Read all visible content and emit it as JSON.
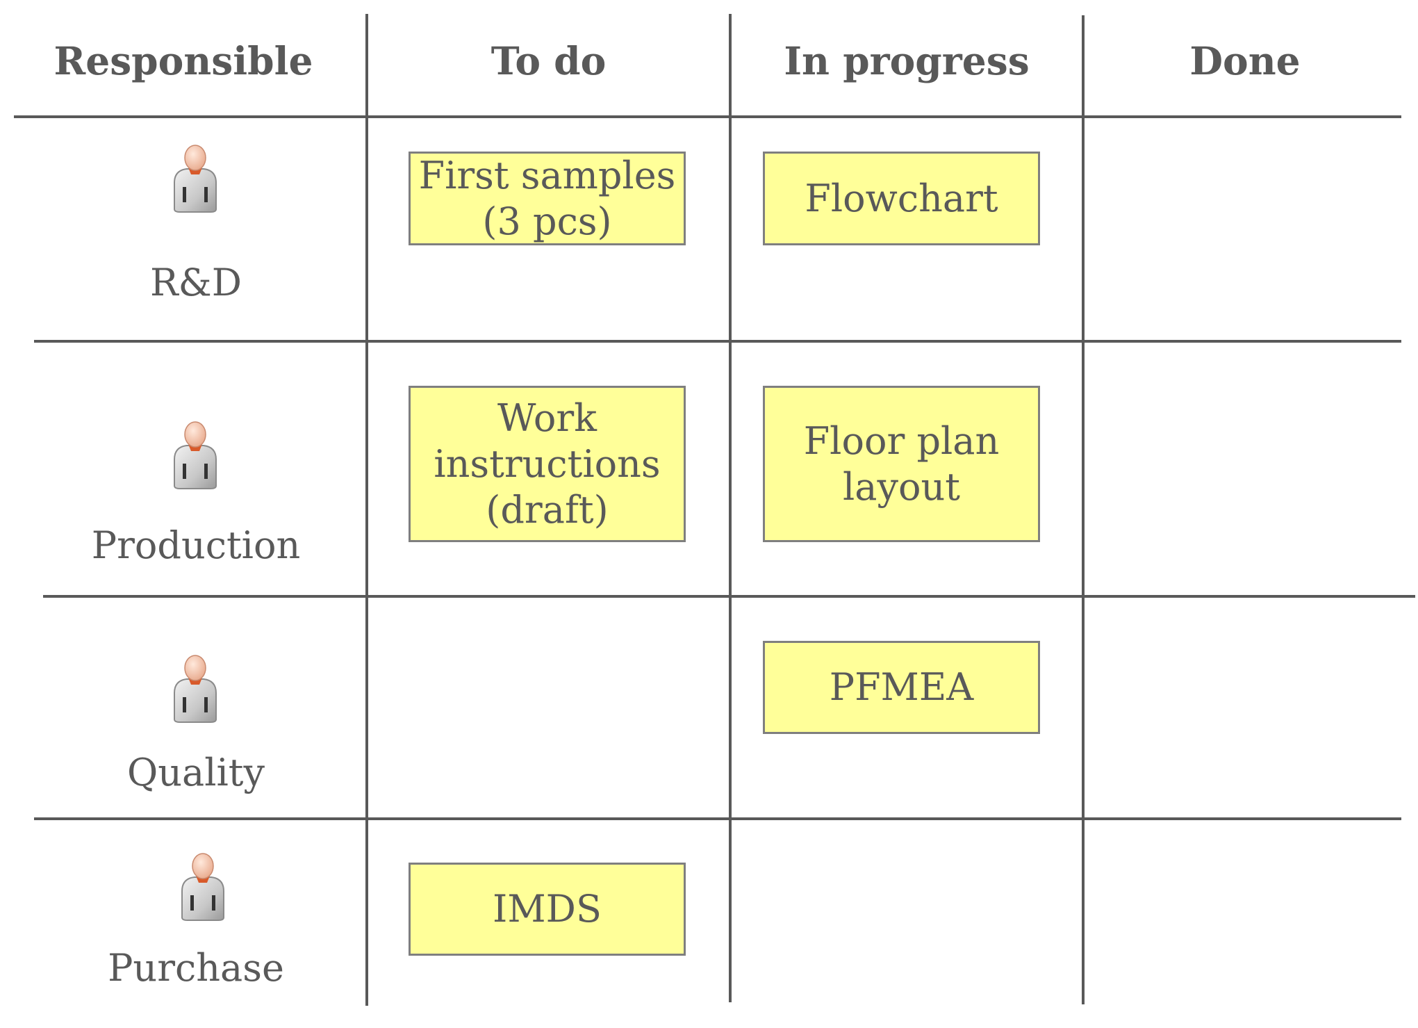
{
  "headers": {
    "responsible": "Responsible",
    "todo": "To do",
    "in_progress": "In progress",
    "done": "Done"
  },
  "rows": [
    {
      "role": "R&D",
      "icon": "person-icon",
      "todo": "First samples\n(3 pcs)",
      "in_progress": "Flowchart"
    },
    {
      "role": "Production",
      "icon": "person-icon",
      "todo": "Work\ninstructions\n(draft)",
      "in_progress": "Floor plan\nlayout"
    },
    {
      "role": "Quality",
      "icon": "person-icon",
      "in_progress": "PFMEA"
    },
    {
      "role": "Purchase",
      "icon": "person-icon",
      "todo": "IMDS"
    }
  ],
  "colors": {
    "card_fill": "#ffff99",
    "card_border": "#7f7f7f",
    "line": "#595959",
    "text": "#595959"
  }
}
